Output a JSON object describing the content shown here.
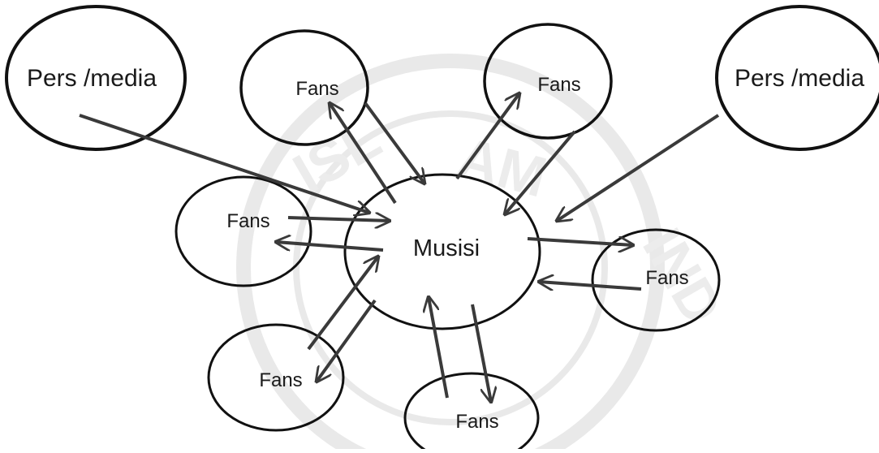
{
  "diagram": {
    "center": {
      "label": "Musisi"
    },
    "media": [
      {
        "label": "Pers /media"
      },
      {
        "label": "Pers /media"
      }
    ],
    "fans": [
      {
        "label": "Fans"
      },
      {
        "label": "Fans"
      },
      {
        "label": "Fans"
      },
      {
        "label": "Fans"
      },
      {
        "label": "Fans"
      },
      {
        "label": "Fans"
      }
    ],
    "watermark": {
      "text": "ISLAM INDONESIA"
    }
  }
}
